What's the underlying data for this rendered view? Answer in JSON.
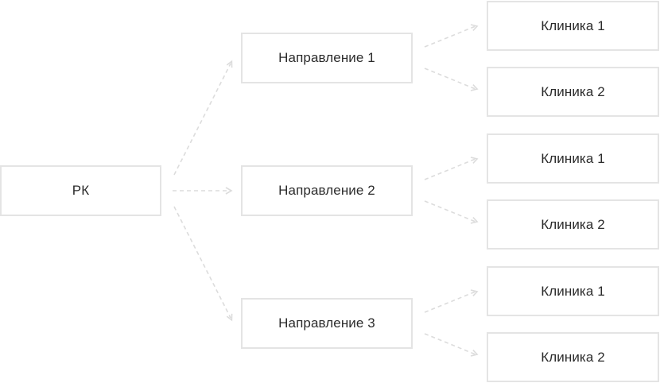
{
  "diagram": {
    "root": {
      "label": "РК"
    },
    "directions": [
      {
        "label": "Направление 1",
        "clinics": [
          {
            "label": "Клиника 1"
          },
          {
            "label": "Клиника 2"
          }
        ]
      },
      {
        "label": "Направление 2",
        "clinics": [
          {
            "label": "Клиника 1"
          },
          {
            "label": "Клиника 2"
          }
        ]
      },
      {
        "label": "Направление 3",
        "clinics": [
          {
            "label": "Клиника 1"
          },
          {
            "label": "Клиника 2"
          }
        ]
      }
    ]
  },
  "colors": {
    "border": "#e4e4e4",
    "connector": "#dcdcdc",
    "text": "#2b2b2b",
    "background": "#ffffff"
  }
}
